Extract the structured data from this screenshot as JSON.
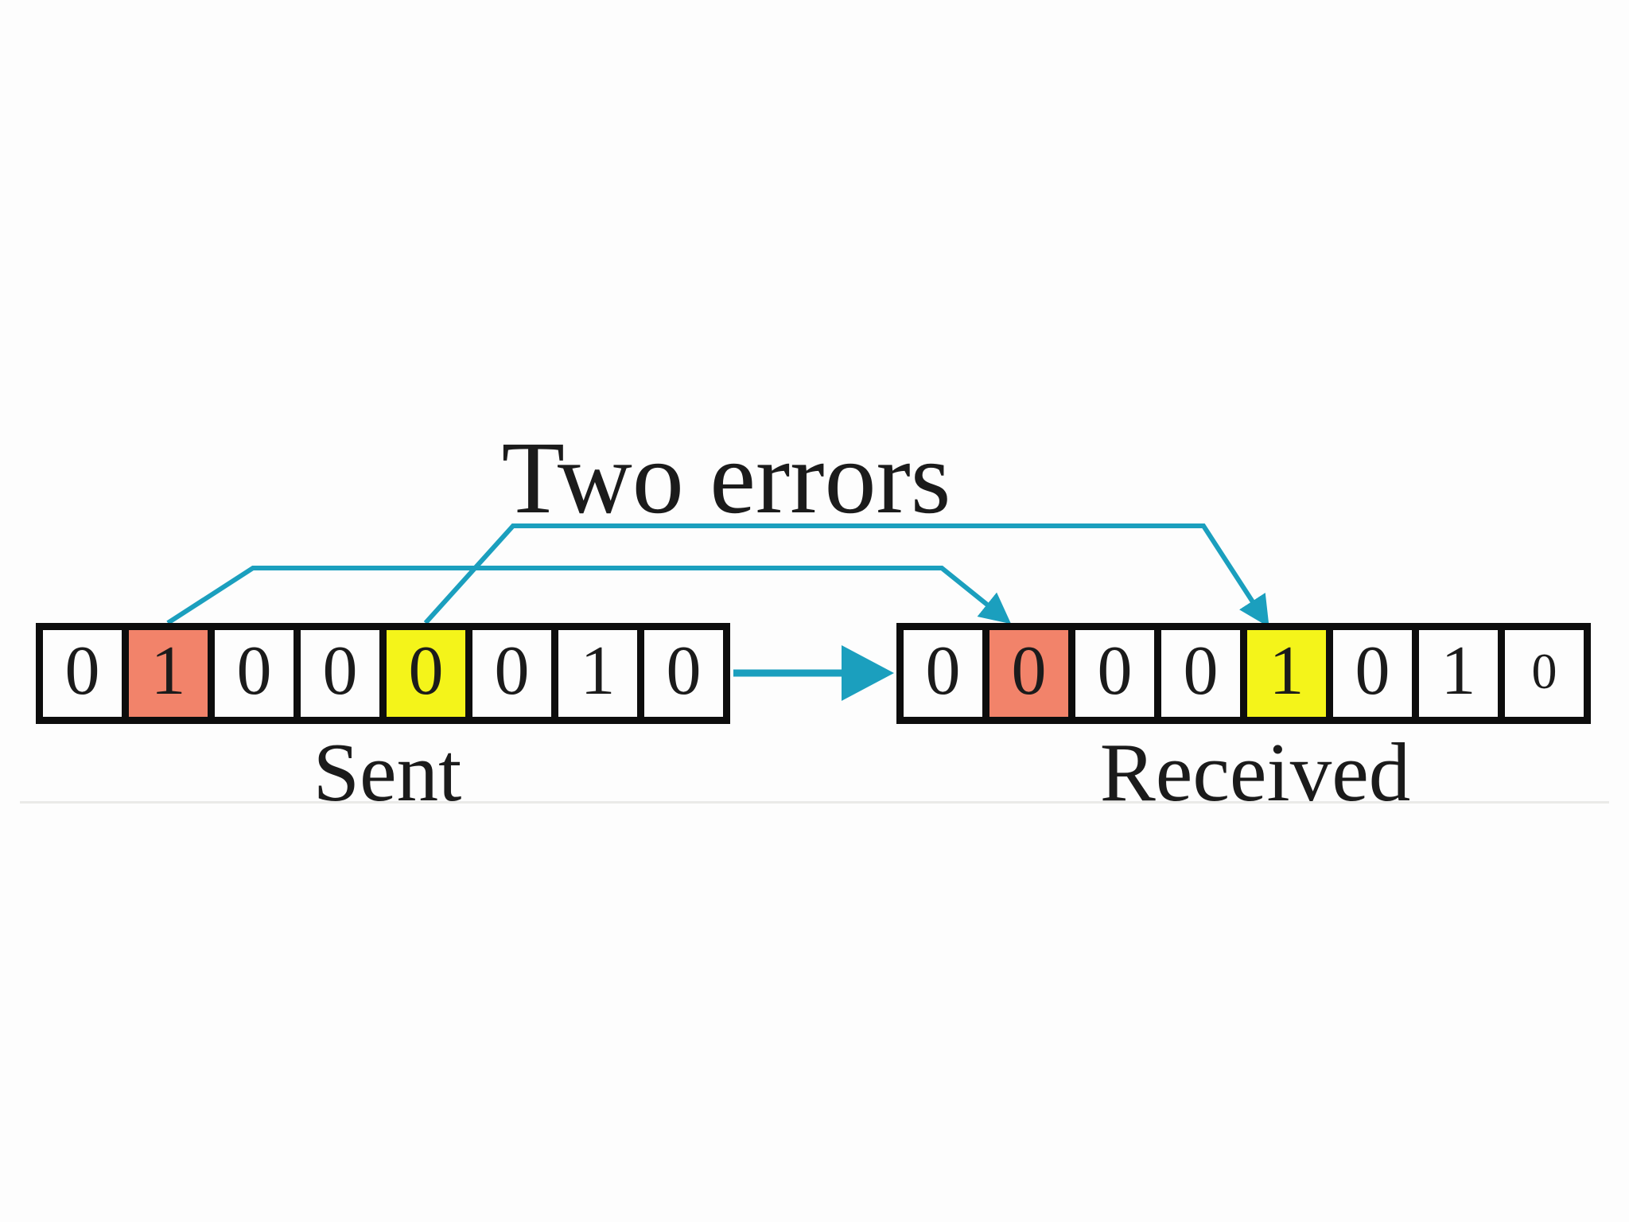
{
  "title": "Two errors",
  "colors": {
    "accent_teal": "#1B9FBE",
    "error_orange": "#F2836A",
    "error_yellow": "#F4F41A",
    "cell_border": "#0D0D0D",
    "cell_white": "#FDFDFD",
    "text": "#1B1B1B"
  },
  "sent": {
    "label": "Sent",
    "bits": [
      {
        "value": "0",
        "highlight": null
      },
      {
        "value": "1",
        "highlight": "orange"
      },
      {
        "value": "0",
        "highlight": null
      },
      {
        "value": "0",
        "highlight": null
      },
      {
        "value": "0",
        "highlight": "yellow"
      },
      {
        "value": "0",
        "highlight": null
      },
      {
        "value": "1",
        "highlight": null
      },
      {
        "value": "0",
        "highlight": null
      }
    ]
  },
  "received": {
    "label": "Received",
    "bits": [
      {
        "value": "0",
        "highlight": null
      },
      {
        "value": "0",
        "highlight": "orange"
      },
      {
        "value": "0",
        "highlight": null
      },
      {
        "value": "0",
        "highlight": null
      },
      {
        "value": "1",
        "highlight": "yellow"
      },
      {
        "value": "0",
        "highlight": null
      },
      {
        "value": "1",
        "highlight": null
      },
      {
        "value": "0",
        "highlight": null
      }
    ]
  }
}
